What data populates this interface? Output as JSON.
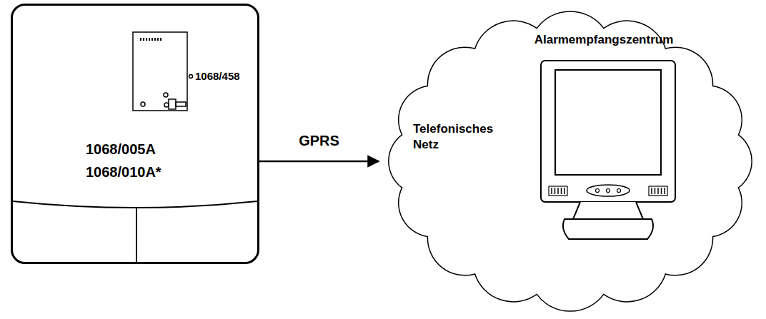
{
  "diagram": {
    "nodes": [
      {
        "text": [
          "1068/005A 1068/010A*"
        ]
      },
      {
        "text": [
          "Telefonisches Netz"
        ]
      },
      {
        "text": [
          "Alarmempfangszentrum"
        ],
        "in": 1
      }
    ],
    "edges": [
      {
        "from": 0,
        "to": 1,
        "label": "GPRS",
        "arrow": "to"
      }
    ],
    "labels": [
      "1068/458"
    ]
  }
}
